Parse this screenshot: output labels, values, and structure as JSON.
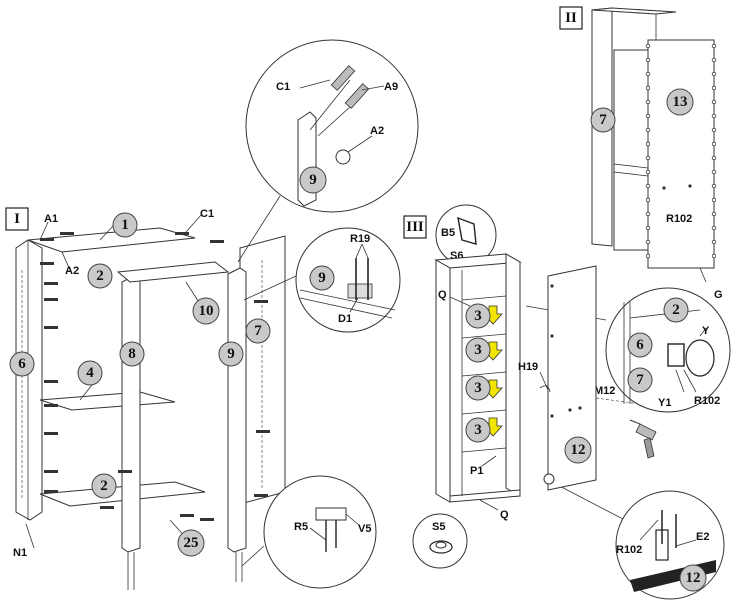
{
  "sections": {
    "s1": "I",
    "s2": "II",
    "s3": "III"
  },
  "part_numbers": {
    "p1": "1",
    "p2a": "2",
    "p2b": "2",
    "p4": "4",
    "p6": "6",
    "p7": "7",
    "p8": "8",
    "p9": "9",
    "p10": "10",
    "p25": "25",
    "p9zoom": "9",
    "p9zoom2": "9",
    "p7b": "7",
    "p13": "13",
    "p3a": "3",
    "p3b": "3",
    "p3c": "3",
    "p3d": "3",
    "p12": "12",
    "z2": "2",
    "z6": "6",
    "z7": "7",
    "z12": "12"
  },
  "hardware_labels": {
    "A1": "A1",
    "C1": "C1",
    "A2": "A2",
    "N1": "N1",
    "C1z": "C1",
    "A9": "A9",
    "A2z": "A2",
    "R19": "R19",
    "D1": "D1",
    "R5": "R5",
    "V5": "V5",
    "R102": "R102",
    "G": "G",
    "B5": "B5",
    "S6": "S6",
    "Q1": "Q",
    "Q2": "Q",
    "H19": "H19",
    "P1": "P1",
    "M12": "M12",
    "Y": "Y",
    "Y1": "Y1",
    "R102b": "R102",
    "S5": "S5",
    "R102c": "R102",
    "E2": "E2"
  },
  "colors": {
    "part_badge": "#c9c9c9",
    "arrow": "#f2e600",
    "line": "#333333"
  }
}
